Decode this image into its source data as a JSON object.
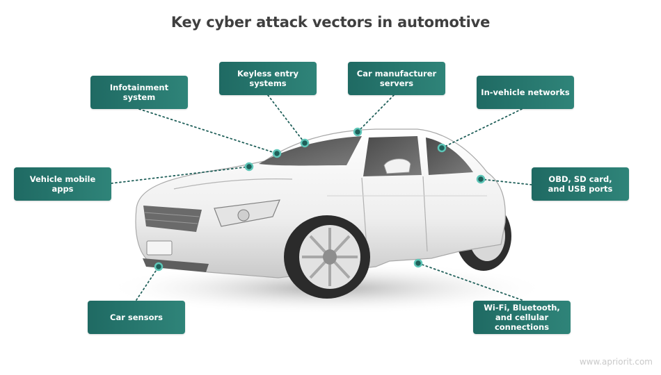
{
  "title": "Key cyber attack vectors in automotive",
  "vectors": [
    {
      "label": "Infotainment\nsystem"
    },
    {
      "label": "Keyless entry\nsystems"
    },
    {
      "label": "Car manufacturer\nservers"
    },
    {
      "label": "In-vehicle networks"
    },
    {
      "label": "Vehicle mobile\napps"
    },
    {
      "label": "OBD, SD card,\nand USB ports"
    },
    {
      "label": "Car sensors"
    },
    {
      "label": "Wi-Fi, Bluetooth,\nand cellular\nconnections"
    }
  ],
  "watermark": "www.apriorit.com",
  "colors": {
    "box": "#2a7a70",
    "connector": "#1f5f59",
    "dot_ring": "#5ec6b8"
  }
}
